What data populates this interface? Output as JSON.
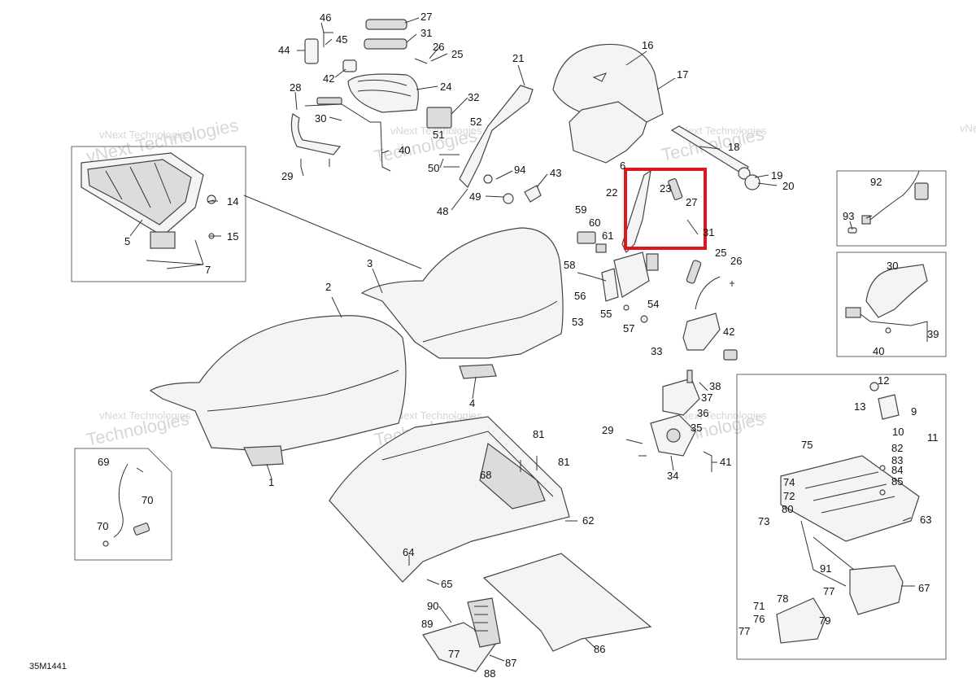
{
  "diagram": {
    "code": "35M1441",
    "watermark_line1": "vNext Technologies",
    "watermark_line2": "Technologies",
    "highlight_color": "#e0161e",
    "callouts": [
      {
        "id": "c46",
        "label": "46"
      },
      {
        "id": "c27a",
        "label": "27"
      },
      {
        "id": "c45",
        "label": "45"
      },
      {
        "id": "c44",
        "label": "44"
      },
      {
        "id": "c31a",
        "label": "31"
      },
      {
        "id": "c26a",
        "label": "26"
      },
      {
        "id": "c25a",
        "label": "25"
      },
      {
        "id": "c42a",
        "label": "42"
      },
      {
        "id": "c24",
        "label": "24"
      },
      {
        "id": "c21",
        "label": "21"
      },
      {
        "id": "c16",
        "label": "16"
      },
      {
        "id": "c17",
        "label": "17"
      },
      {
        "id": "c28",
        "label": "28"
      },
      {
        "id": "c32",
        "label": "32"
      },
      {
        "id": "c30a",
        "label": "30"
      },
      {
        "id": "c52",
        "label": "52"
      },
      {
        "id": "c51",
        "label": "51"
      },
      {
        "id": "c40a",
        "label": "40"
      },
      {
        "id": "c50",
        "label": "50"
      },
      {
        "id": "c29a",
        "label": "29"
      },
      {
        "id": "c94",
        "label": "94"
      },
      {
        "id": "c43",
        "label": "43"
      },
      {
        "id": "c48",
        "label": "48"
      },
      {
        "id": "c49",
        "label": "49"
      },
      {
        "id": "c6",
        "label": "6"
      },
      {
        "id": "c18",
        "label": "18"
      },
      {
        "id": "c19",
        "label": "19"
      },
      {
        "id": "c20",
        "label": "20"
      },
      {
        "id": "c22",
        "label": "22"
      },
      {
        "id": "c23",
        "label": "23"
      },
      {
        "id": "c27b",
        "label": "27"
      },
      {
        "id": "c31b",
        "label": "31"
      },
      {
        "id": "c92",
        "label": "92"
      },
      {
        "id": "c93",
        "label": "93"
      },
      {
        "id": "c59",
        "label": "59"
      },
      {
        "id": "c60",
        "label": "60"
      },
      {
        "id": "c61",
        "label": "61"
      },
      {
        "id": "c58",
        "label": "58"
      },
      {
        "id": "c56",
        "label": "56"
      },
      {
        "id": "c53",
        "label": "53"
      },
      {
        "id": "c55",
        "label": "55"
      },
      {
        "id": "c54",
        "label": "54"
      },
      {
        "id": "c57",
        "label": "57"
      },
      {
        "id": "c25b",
        "label": "25"
      },
      {
        "id": "c26b",
        "label": "26"
      },
      {
        "id": "c42b",
        "label": "42"
      },
      {
        "id": "c33",
        "label": "33"
      },
      {
        "id": "c30b",
        "label": "30"
      },
      {
        "id": "c39",
        "label": "39"
      },
      {
        "id": "c40b",
        "label": "40"
      },
      {
        "id": "c14",
        "label": "14"
      },
      {
        "id": "c15",
        "label": "15"
      },
      {
        "id": "c5",
        "label": "5"
      },
      {
        "id": "c7",
        "label": "7"
      },
      {
        "id": "c3",
        "label": "3"
      },
      {
        "id": "c2",
        "label": "2"
      },
      {
        "id": "c4",
        "label": "4"
      },
      {
        "id": "c1",
        "label": "1"
      },
      {
        "id": "c38",
        "label": "38"
      },
      {
        "id": "c37",
        "label": "37"
      },
      {
        "id": "c36",
        "label": "36"
      },
      {
        "id": "c35",
        "label": "35"
      },
      {
        "id": "c29b",
        "label": "29"
      },
      {
        "id": "c34",
        "label": "34"
      },
      {
        "id": "c41",
        "label": "41"
      },
      {
        "id": "c12",
        "label": "12"
      },
      {
        "id": "c13",
        "label": "13"
      },
      {
        "id": "c9",
        "label": "9"
      },
      {
        "id": "c10",
        "label": "10"
      },
      {
        "id": "c11",
        "label": "11"
      },
      {
        "id": "c75",
        "label": "75"
      },
      {
        "id": "c82",
        "label": "82"
      },
      {
        "id": "c83",
        "label": "83"
      },
      {
        "id": "c84",
        "label": "84"
      },
      {
        "id": "c85",
        "label": "85"
      },
      {
        "id": "c74",
        "label": "74"
      },
      {
        "id": "c72",
        "label": "72"
      },
      {
        "id": "c80",
        "label": "80"
      },
      {
        "id": "c73",
        "label": "73"
      },
      {
        "id": "c63",
        "label": "63"
      },
      {
        "id": "c91",
        "label": "91"
      },
      {
        "id": "c77a",
        "label": "77"
      },
      {
        "id": "c67",
        "label": "67"
      },
      {
        "id": "c78",
        "label": "78"
      },
      {
        "id": "c71",
        "label": "71"
      },
      {
        "id": "c76",
        "label": "76"
      },
      {
        "id": "c77b",
        "label": "77"
      },
      {
        "id": "c79",
        "label": "79"
      },
      {
        "id": "c81a",
        "label": "81"
      },
      {
        "id": "c81b",
        "label": "81"
      },
      {
        "id": "c68",
        "label": "68"
      },
      {
        "id": "c62",
        "label": "62"
      },
      {
        "id": "c64",
        "label": "64"
      },
      {
        "id": "c65",
        "label": "65"
      },
      {
        "id": "c90",
        "label": "90"
      },
      {
        "id": "c89",
        "label": "89"
      },
      {
        "id": "c77c",
        "label": "77"
      },
      {
        "id": "c87",
        "label": "87"
      },
      {
        "id": "c88",
        "label": "88"
      },
      {
        "id": "c86",
        "label": "86"
      },
      {
        "id": "c69",
        "label": "69"
      },
      {
        "id": "c70a",
        "label": "70"
      },
      {
        "id": "c70b",
        "label": "70"
      }
    ]
  }
}
